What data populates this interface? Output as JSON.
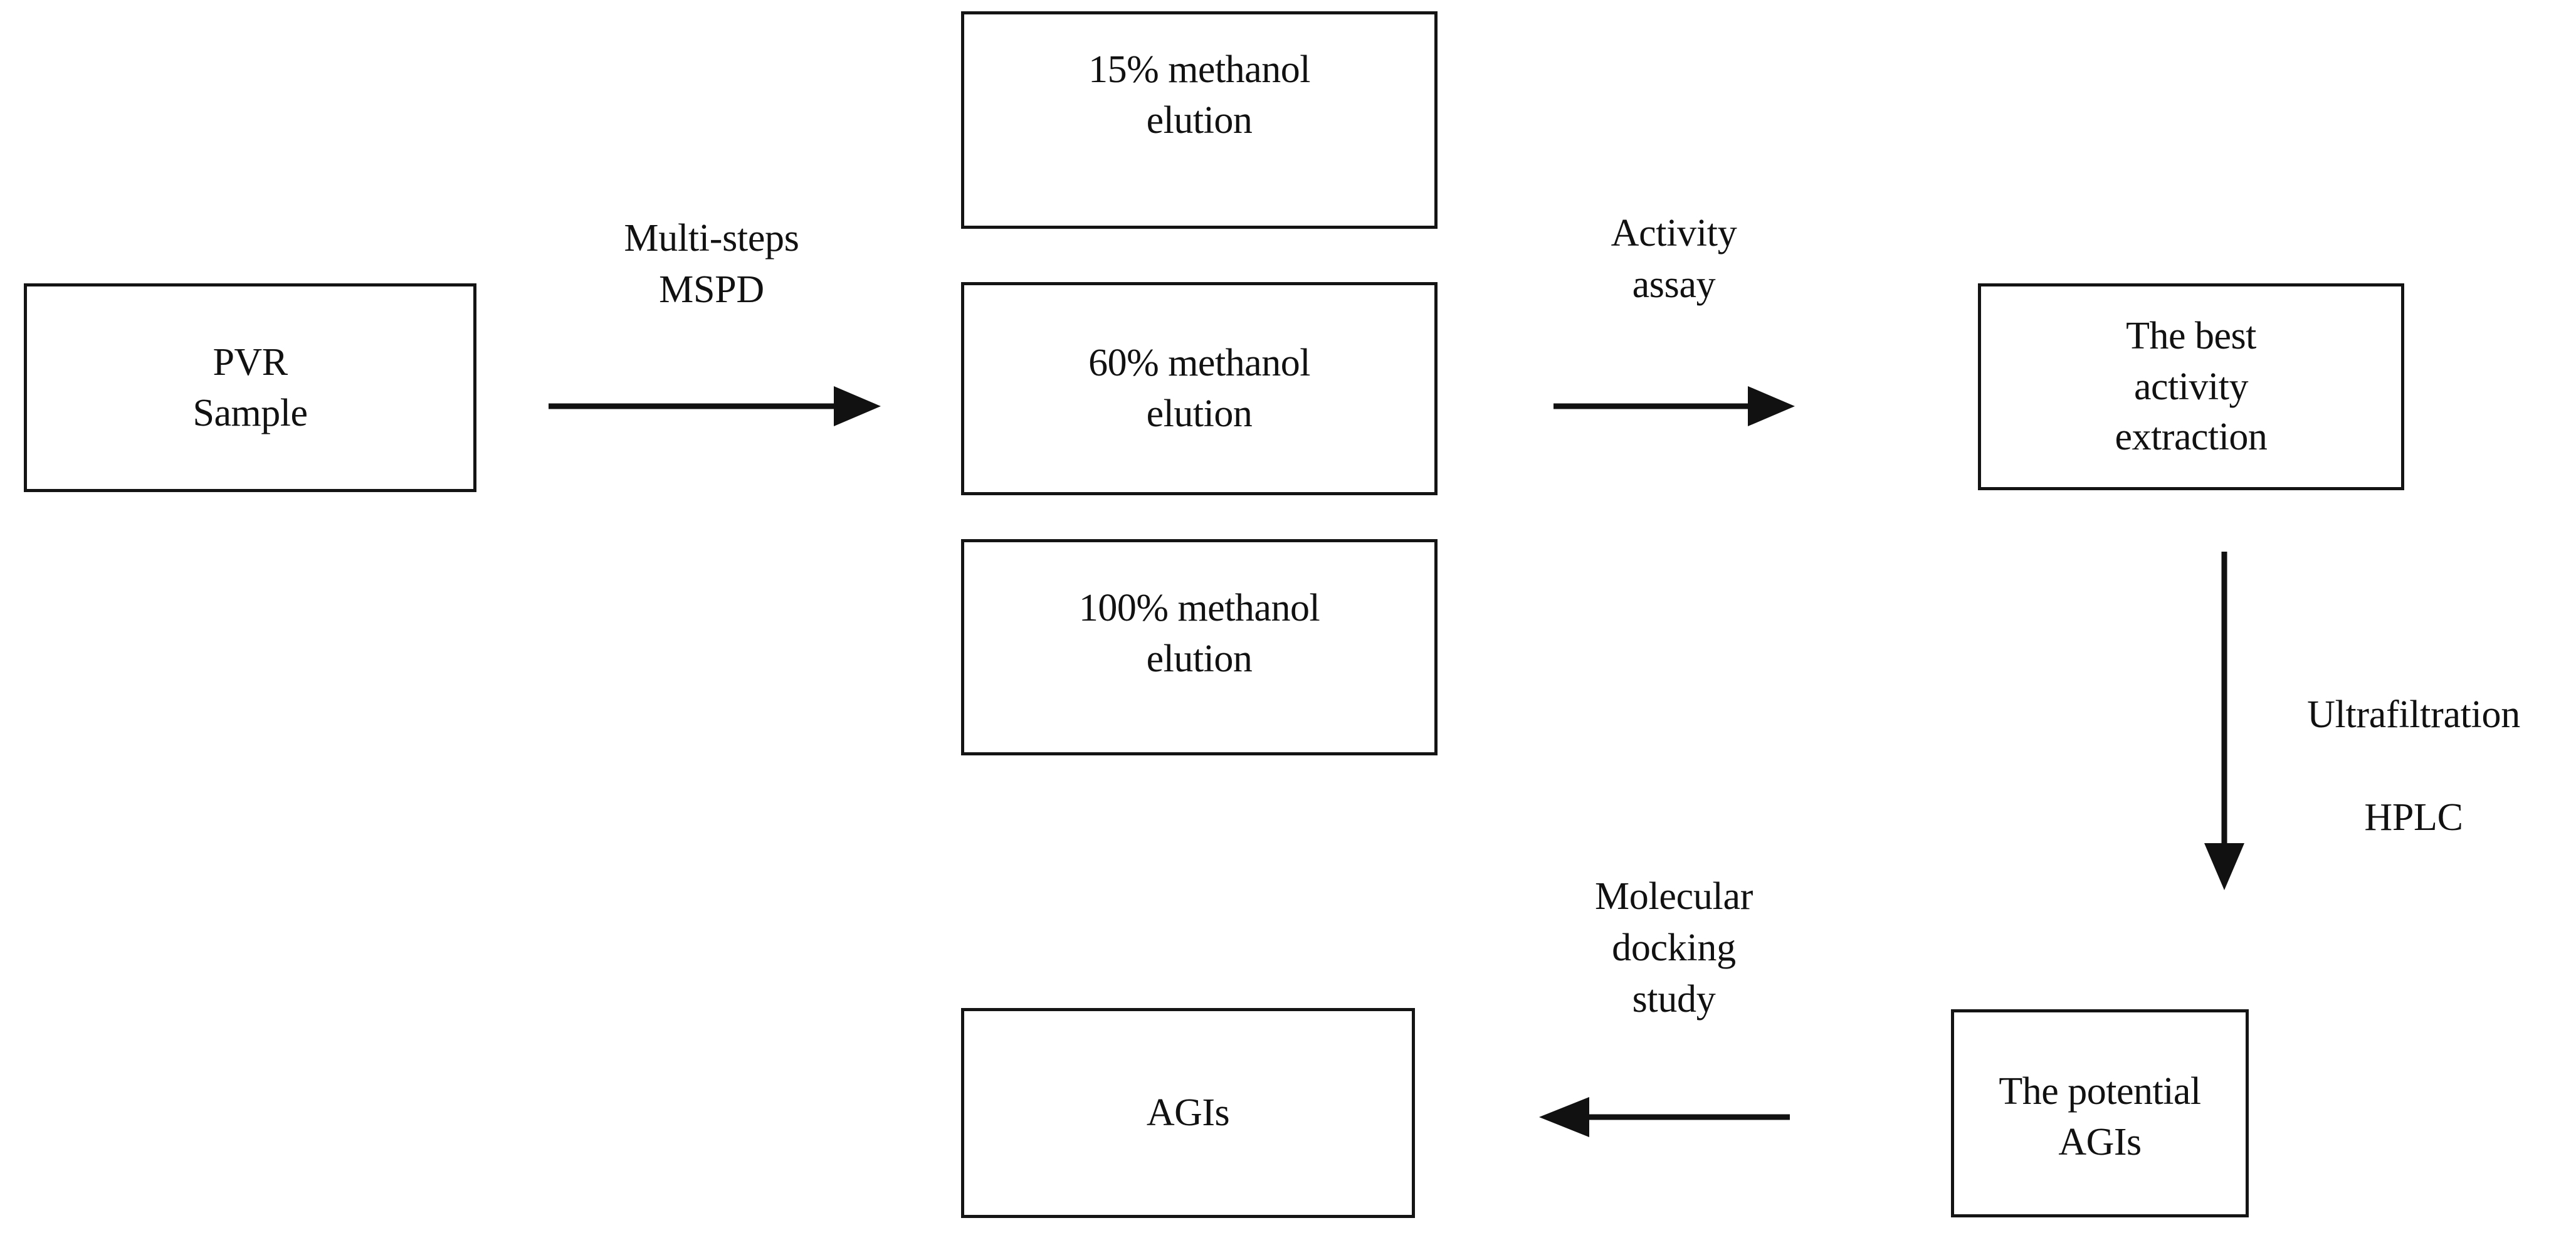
{
  "diagram": {
    "type": "flowchart",
    "orientation": "left-to-right with return path",
    "background_color": "#ffffff",
    "stroke_color": "#111111",
    "nodes": [
      {
        "id": "pvr-sample",
        "label": "PVR\nSample"
      },
      {
        "id": "elution-15",
        "label": "15% methanol\nelution"
      },
      {
        "id": "elution-60",
        "label": "60% methanol\nelution"
      },
      {
        "id": "elution-100",
        "label": "100% methanol\nelution"
      },
      {
        "id": "best-extraction",
        "label": "The best\nactivity\nextraction"
      },
      {
        "id": "potential-agis",
        "label": "The potential\nAGIs"
      },
      {
        "id": "agis",
        "label": "AGIs"
      }
    ],
    "edges": [
      {
        "id": "mspd",
        "label": "Multi-steps\nMSPD",
        "direction": "right",
        "from": "pvr-sample",
        "to": "elution-60"
      },
      {
        "id": "activity",
        "label": "Activity\nassay",
        "direction": "right",
        "from": "elution-60",
        "to": "best-extraction"
      },
      {
        "id": "ultrafilt",
        "label": "Ultrafiltration\n\nHPLC",
        "direction": "down",
        "from": "best-extraction",
        "to": "potential-agis"
      },
      {
        "id": "docking",
        "label": "Molecular\ndocking\nstudy",
        "direction": "left",
        "from": "potential-agis",
        "to": "agis"
      }
    ]
  }
}
